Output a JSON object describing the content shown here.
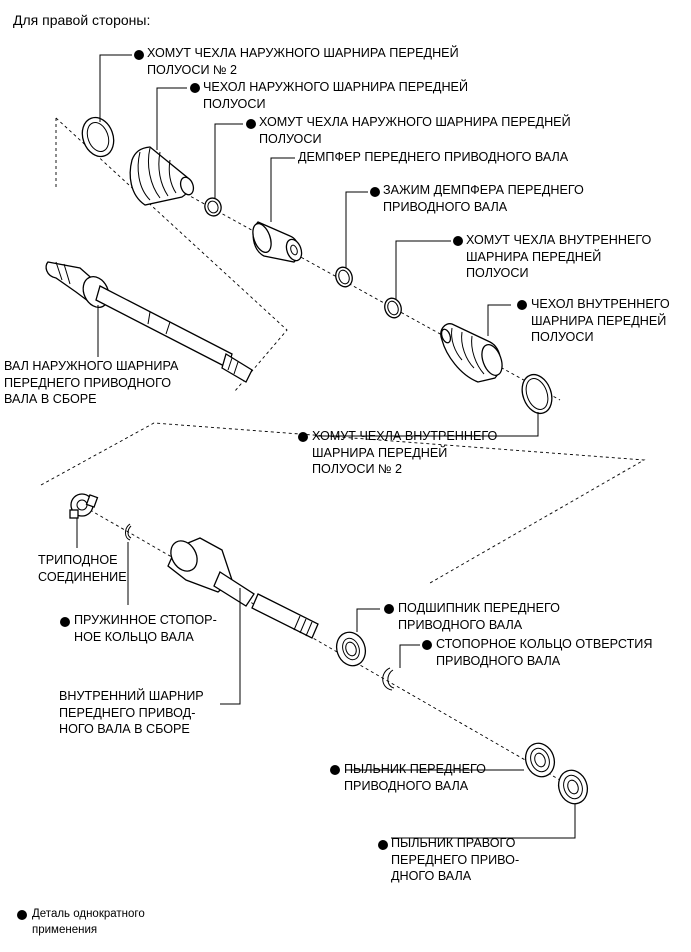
{
  "title": "Для правой стороны:",
  "labels": {
    "outer_boot_clamp_2": "ХОМУТ ЧЕХЛА НАРУЖНОГО ШАРНИРА ПЕРЕДНЕЙ\nПОЛУОСИ № 2",
    "outer_boot": "ЧЕХОЛ НАРУЖНОГО ШАРНИРА ПЕРЕДНЕЙ\nПОЛУОСИ",
    "outer_boot_clamp": "ХОМУТ ЧЕХЛА НАРУЖНОГО ШАРНИРА ПЕРЕДНЕЙ\nПОЛУОСИ",
    "damper": "ДЕМПФЕР ПЕРЕДНЕГО ПРИВОДНОГО ВАЛА",
    "damper_clamp": "ЗАЖИМ ДЕМПФЕРА ПЕРЕДНЕГО\nПРИВОДНОГО ВАЛА",
    "inner_boot_clamp": "ХОМУТ ЧЕХЛА ВНУТРЕННЕГО\nШАРНИРА ПЕРЕДНЕЙ\nПОЛУОСИ",
    "inner_boot": "ЧЕХОЛ ВНУТРЕННЕГО\nШАРНИРА ПЕРЕДНЕЙ\nПОЛУОСИ",
    "outer_shaft": "ВАЛ НАРУЖНОГО ШАРНИРА\nПЕРЕДНЕГО ПРИВОДНОГО\nВАЛА В СБОРЕ",
    "inner_boot_clamp_2": "ХОМУТ ЧЕХЛА ВНУТРЕННЕГО\nШАРНИРА ПЕРЕДНЕЙ\nПОЛУОСИ № 2",
    "tripod": "ТРИПОДНОЕ\nСОЕДИНЕНИЕ",
    "snap_ring": "ПРУЖИННОЕ СТОПОР-\nНОЕ КОЛЬЦО ВАЛА",
    "inner_joint": "ВНУТРЕННИЙ ШАРНИР\nПЕРЕДНЕГО ПРИВОД-\nНОГО ВАЛА В СБОРЕ",
    "bearing": "ПОДШИПНИК ПЕРЕДНЕГО\nПРИВОДНОГО ВАЛА",
    "hole_snap_ring": "СТОПОРНОЕ КОЛЬЦО ОТВЕРСТИЯ\nПРИВОДНОГО ВАЛА",
    "dust_cover": "ПЫЛЬНИК ПЕРЕДНЕГО\nПРИВОДНОГО ВАЛА",
    "dust_cover_rh": "ПЫЛЬНИК ПРАВОГО\nПЕРЕДНЕГО ПРИВО-\nДНОГО ВАЛА"
  },
  "legend": {
    "text": "Деталь однократного\nприменения"
  }
}
